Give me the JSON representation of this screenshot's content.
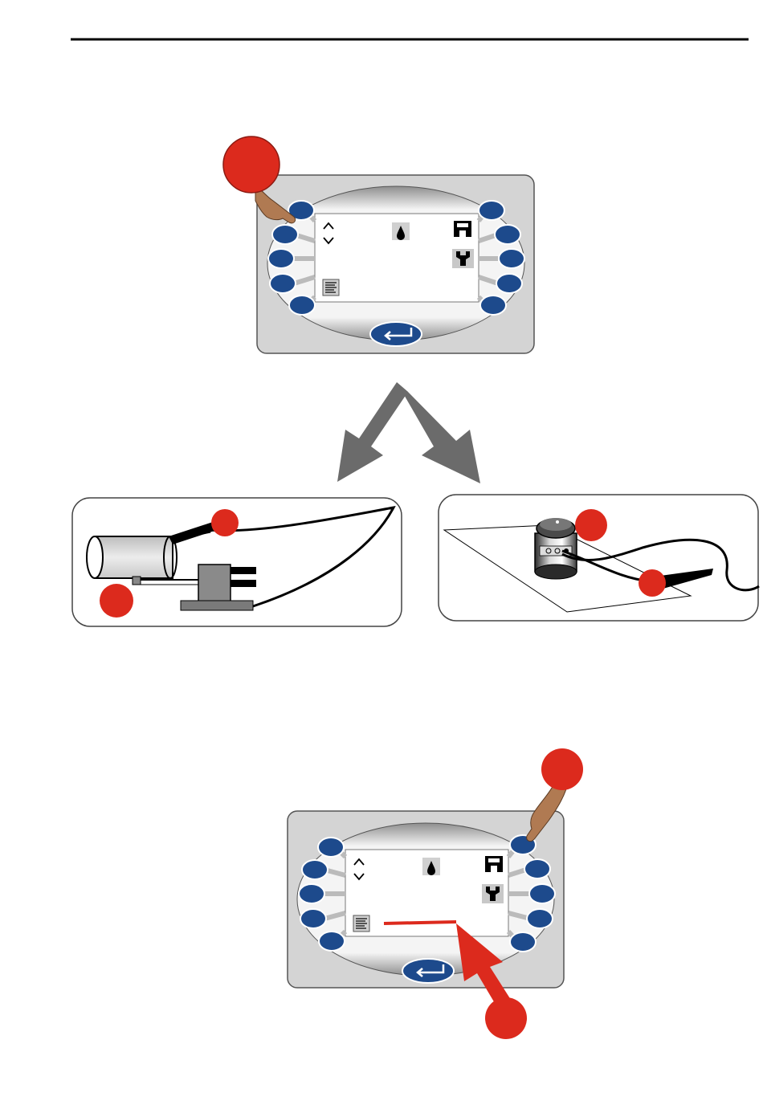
{
  "colors": {
    "header_rule": "#000000",
    "callout_red": "#dc2a1d",
    "button_blue": "#1d4a8c",
    "panel_grey": "#d4d4d4",
    "screen_white": "#ffffff",
    "arrow_grey": "#6b6b6b",
    "finger_skin": "#b07a52"
  },
  "top_panel": {
    "left_icons": [
      "up-down-arrows-icon",
      "list-icon"
    ],
    "center_icon": "drop-icon",
    "right_icons": [
      "save-icon",
      "wrench-icon"
    ],
    "enter_icon": "enter-icon",
    "pointer": "finger-pointing-left-button-2",
    "callout": "red-marker"
  },
  "fork_arrows": [
    "arrow-down-left",
    "arrow-down-right"
  ],
  "left_box": {
    "scene": "pipe-with-clamp-and-probe",
    "callouts": [
      "red-marker",
      "red-marker"
    ]
  },
  "right_box": {
    "scene": "reference-electrode-on-plate-with-clamp",
    "callouts": [
      "red-marker",
      "red-marker"
    ]
  },
  "bottom_panel": {
    "left_icons": [
      "up-down-arrows-icon",
      "list-icon"
    ],
    "center_icon": "drop-icon",
    "right_icons": [
      "save-icon",
      "wrench-icon"
    ],
    "enter_icon": "enter-icon",
    "pointer": "finger-pointing-right-button-1",
    "red_line": "measurement-line",
    "callouts": [
      "red-marker",
      "red-marker"
    ]
  }
}
